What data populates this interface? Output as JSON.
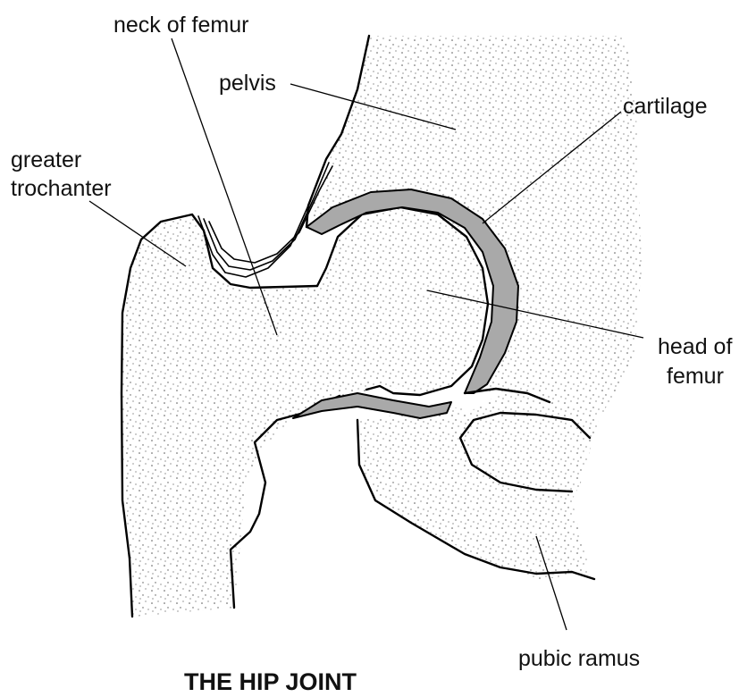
{
  "title": "THE HIP JOINT",
  "labels": {
    "neck_of_femur": "neck of femur",
    "pelvis": "pelvis",
    "greater_trochanter_line1": "greater",
    "greater_trochanter_line2": "trochanter",
    "cartilage": "cartilage",
    "head_of_femur_line1": "head of",
    "head_of_femur_line2": "femur",
    "pubic_ramus": "pubic ramus"
  },
  "colors": {
    "outline": "#000000",
    "cartilage_fill": "#a9a9a9",
    "stipple": "#555555",
    "background": "#ffffff"
  }
}
